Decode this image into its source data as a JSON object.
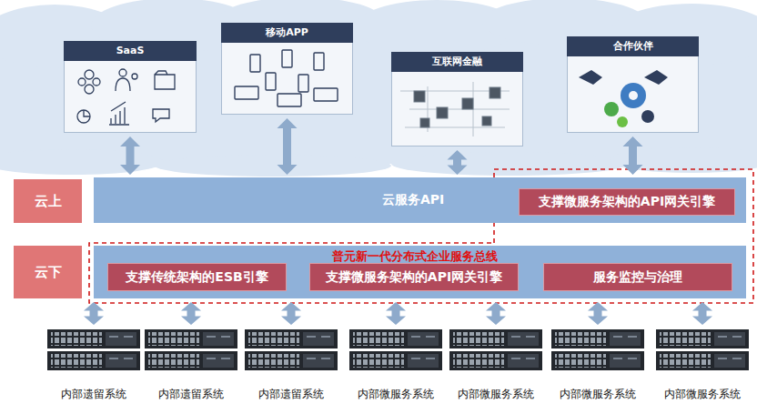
{
  "diagram": {
    "nodes": [
      {
        "text": [
          "SaaS"
        ]
      },
      {
        "text": [
          "移动APP"
        ]
      },
      {
        "text": [
          "互联网金融"
        ]
      },
      {
        "text": [
          "合作伙伴"
        ]
      },
      {
        "text": [
          "云上"
        ]
      },
      {
        "text": [
          "云服务API"
        ]
      },
      {
        "text": [
          "支撑微服务架构的API网关引擎"
        ],
        "in": 5
      },
      {
        "text": [
          "云下"
        ]
      },
      {
        "text": [
          "普元新一代分布式企业服务总线"
        ]
      },
      {
        "text": [
          "支撑传统架构的ESB引擎"
        ],
        "in": 8
      },
      {
        "text": [
          "支撑微服务架构的API网关引擎"
        ],
        "in": 8
      },
      {
        "text": [
          "服务监控与治理"
        ],
        "in": 8
      },
      {
        "text": [
          "内部遗留系统"
        ]
      },
      {
        "text": [
          "内部遗留系统"
        ]
      },
      {
        "text": [
          "内部遗留系统"
        ]
      },
      {
        "text": [
          "内部微服务系统"
        ]
      },
      {
        "text": [
          "内部微服务系统"
        ]
      },
      {
        "text": [
          "内部微服务系统"
        ]
      },
      {
        "text": [
          "内部微服务系统"
        ]
      }
    ],
    "edges": [
      {
        "from": 0,
        "to": 5,
        "arrow": "both"
      },
      {
        "from": 1,
        "to": 5,
        "arrow": "both"
      },
      {
        "from": 2,
        "to": 5,
        "arrow": "both"
      },
      {
        "from": 3,
        "to": 5,
        "arrow": "both"
      },
      {
        "from": 8,
        "to": 12,
        "arrow": "both"
      },
      {
        "from": 8,
        "to": 13,
        "arrow": "both"
      },
      {
        "from": 8,
        "to": 14,
        "arrow": "both"
      },
      {
        "from": 8,
        "to": 15,
        "arrow": "both"
      },
      {
        "from": 8,
        "to": 16,
        "arrow": "both"
      },
      {
        "from": 8,
        "to": 17,
        "arrow": "both"
      },
      {
        "from": 8,
        "to": 18,
        "arrow": "both"
      }
    ]
  }
}
